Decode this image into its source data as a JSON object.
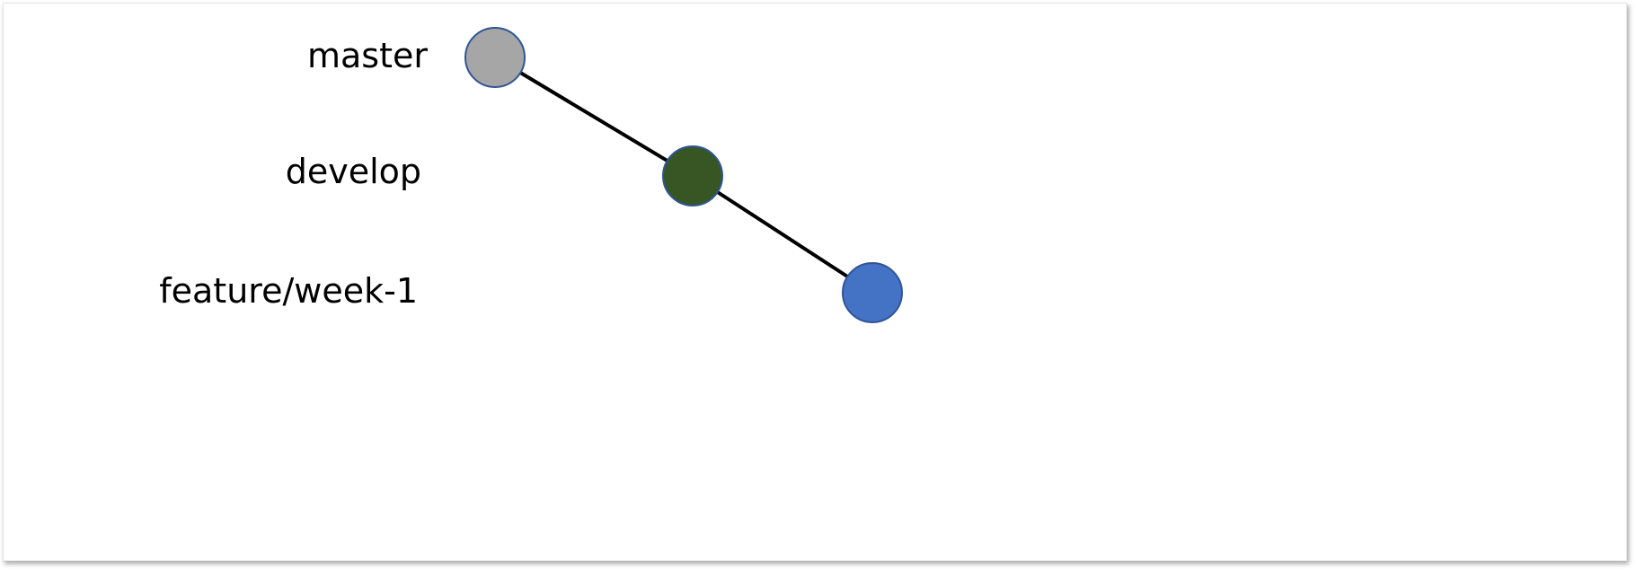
{
  "diagram": {
    "branches": [
      {
        "label": "master",
        "color": "#a6a6a6"
      },
      {
        "label": "develop",
        "color": "#375623"
      },
      {
        "label": "feature/week-1",
        "color": "#4472c4"
      }
    ],
    "node_outline_color": "#2f5597",
    "edge_color": "#000000"
  }
}
